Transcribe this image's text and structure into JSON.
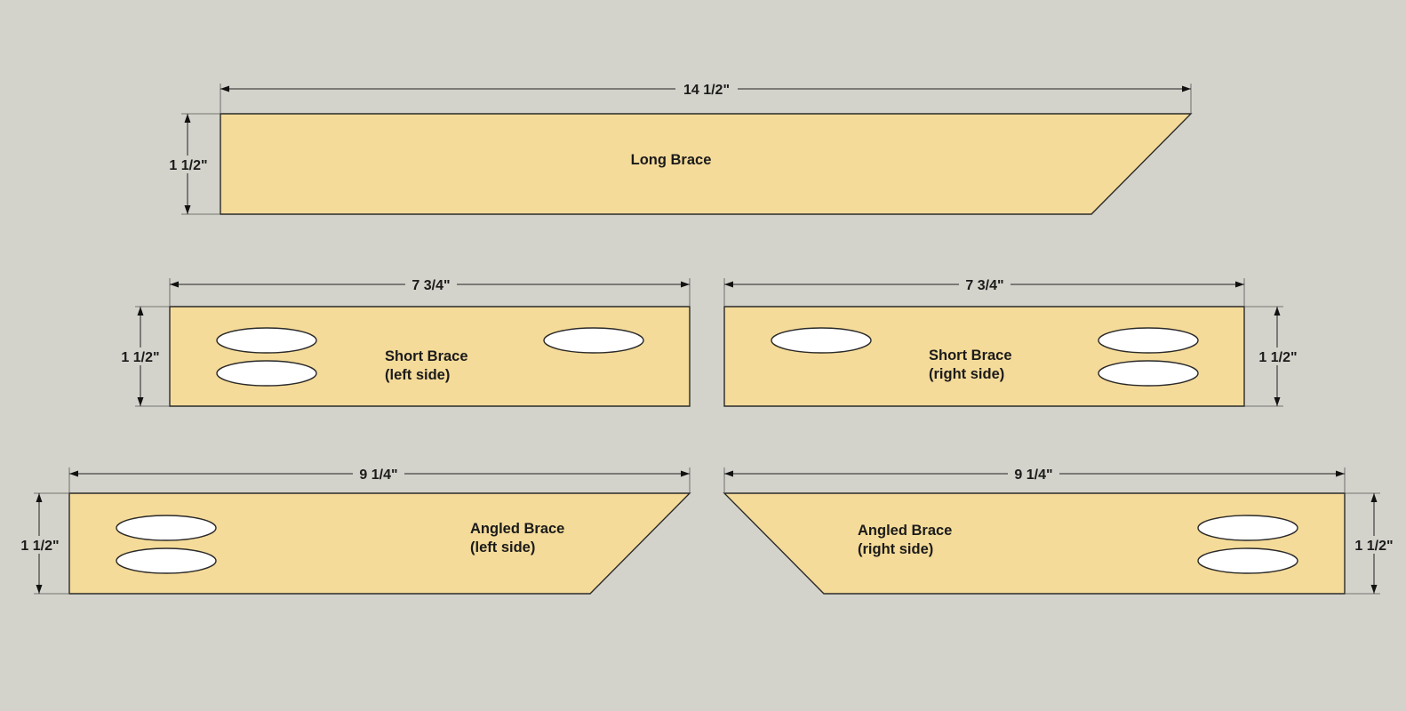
{
  "colors": {
    "background": "#d4d3cb",
    "wood": "#f5db99",
    "hole": "#ffffff",
    "line": "#2a2a2a"
  },
  "parts": {
    "long_brace": {
      "label": "Long Brace",
      "length": "14 1/2\"",
      "width": "1 1/2\""
    },
    "short_brace_left": {
      "label_line1": "Short Brace",
      "label_line2": "(left side)",
      "length": "7 3/4\"",
      "width": "1 1/2\""
    },
    "short_brace_right": {
      "label_line1": "Short Brace",
      "label_line2": "(right side)",
      "length": "7 3/4\"",
      "width": "1 1/2\""
    },
    "angled_brace_left": {
      "label_line1": "Angled Brace",
      "label_line2": "(left side)",
      "length": "9 1/4\"",
      "width": "1 1/2\""
    },
    "angled_brace_right": {
      "label_line1": "Angled Brace",
      "label_line2": "(right side)",
      "length": "9 1/4\"",
      "width": "1 1/2\""
    }
  }
}
